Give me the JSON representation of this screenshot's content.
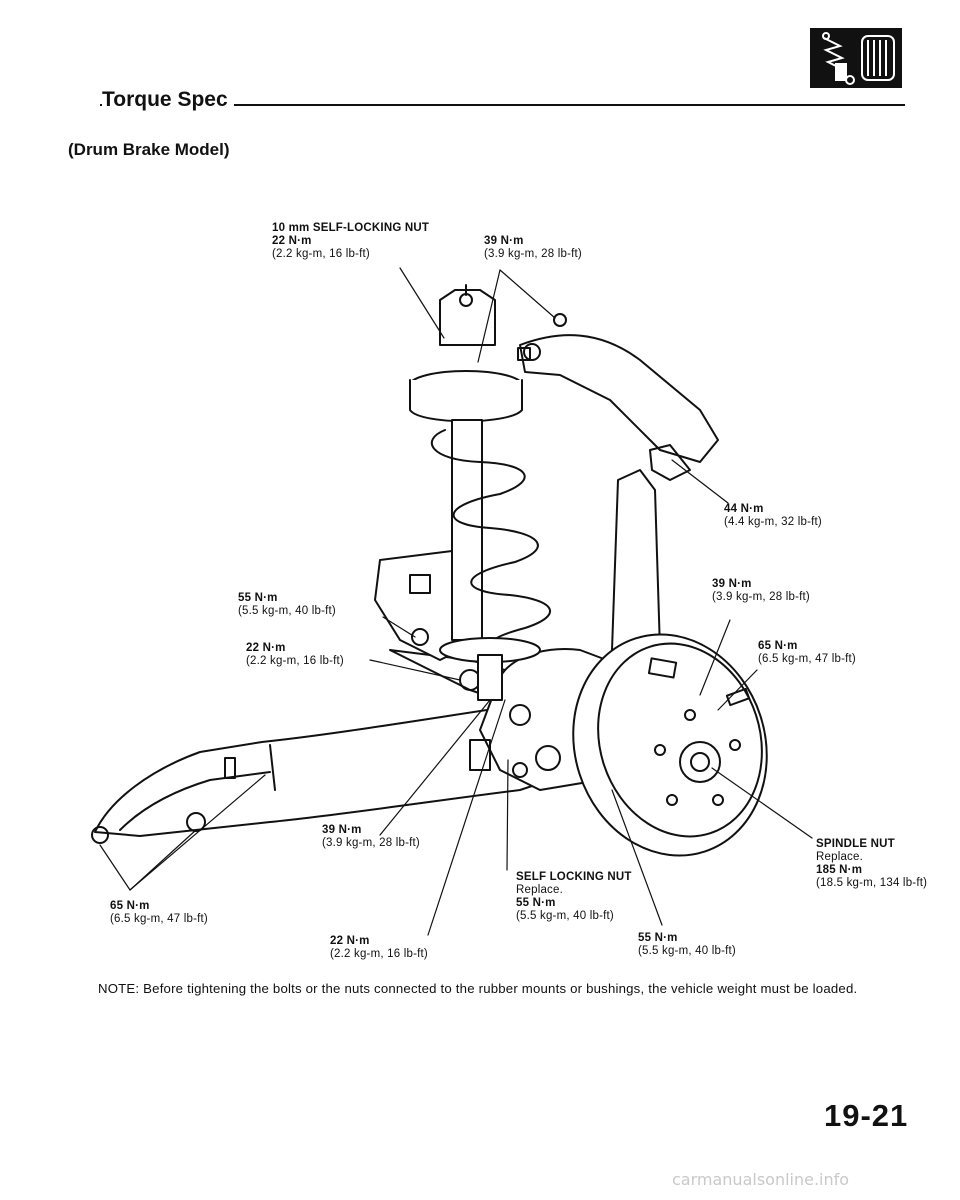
{
  "header": {
    "title": "Torque Spec",
    "subtitle": "(Drum Brake Model)",
    "section_icon": "shock-absorber-icon"
  },
  "callouts": [
    {
      "id": "top-self-locking-nut",
      "lines": [
        "10 mm SELF-LOCKING NUT",
        "22 N·m",
        "(2.2 kg-m, 16 lb-ft)"
      ]
    },
    {
      "id": "top-39nm",
      "lines": [
        "39 N·m",
        "(3.9 kg-m, 28 lb-ft)"
      ]
    },
    {
      "id": "upper-arm-44nm",
      "lines": [
        "44 N·m",
        "(4.4 kg-m, 32 lb-ft)"
      ]
    },
    {
      "id": "right-39nm",
      "lines": [
        "39 N·m",
        "(3.9 kg-m, 28 lb-ft)"
      ]
    },
    {
      "id": "right-65nm",
      "lines": [
        "65 N·m",
        "(6.5 kg-m, 47 lb-ft)"
      ]
    },
    {
      "id": "left-55nm",
      "lines": [
        "55 N·m",
        "(5.5 kg-m, 40 lb-ft)"
      ]
    },
    {
      "id": "left-22nm",
      "lines": [
        "22 N·m",
        "(2.2 kg-m, 16 lb-ft)"
      ]
    },
    {
      "id": "lower-39nm",
      "lines": [
        "39 N·m",
        "(3.9 kg-m, 28 lb-ft)"
      ]
    },
    {
      "id": "trailing-arm-65nm",
      "lines": [
        "65 N·m",
        "(6.5 kg-m, 47 lb-ft)"
      ]
    },
    {
      "id": "bottom-22nm",
      "lines": [
        "22 N·m",
        "(2.2 kg-m, 16 lb-ft)"
      ]
    },
    {
      "id": "self-locking-nut",
      "lines": [
        "SELF LOCKING NUT",
        "Replace.",
        "55 N·m",
        "(5.5 kg-m, 40 lb-ft)"
      ]
    },
    {
      "id": "bottom-55nm",
      "lines": [
        "55 N·m",
        "(5.5 kg-m, 40 lb-ft)"
      ]
    },
    {
      "id": "spindle-nut",
      "lines": [
        "SPINDLE NUT",
        "Replace.",
        "185 N·m",
        "(18.5 kg-m, 134 lb-ft)"
      ]
    }
  ],
  "note": "NOTE:  Before tightening the bolts or the nuts connected to the rubber mounts or bushings, the vehicle weight must be loaded.",
  "page_number": "19-21",
  "watermark": "carmanualsonline.info"
}
